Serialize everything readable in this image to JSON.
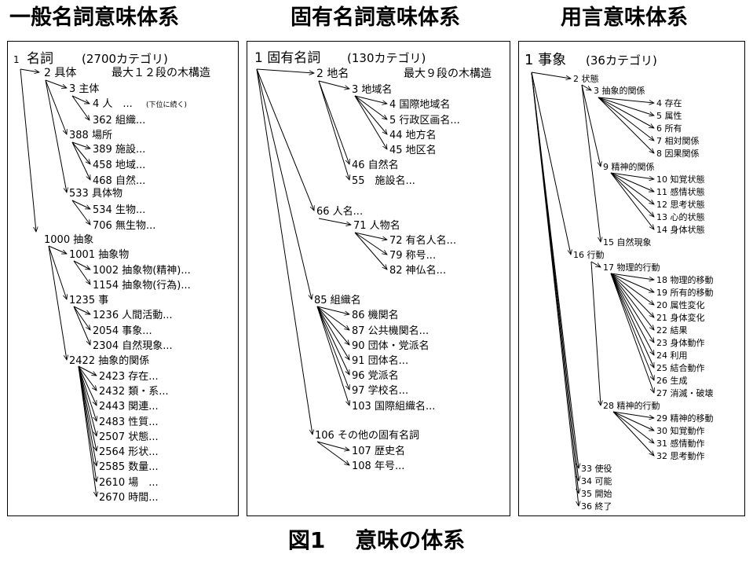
{
  "titles": {
    "general": "一般名詞意味体系",
    "proper": "固有名詞意味体系",
    "predicate": "用言意味体系"
  },
  "caption": "図1　 意味の体系",
  "colors": {
    "line": "#000000",
    "background": "#ffffff"
  },
  "nodes": [
    {
      "id": "g_root",
      "text": "1"
    },
    {
      "id": "g_root_name",
      "text": "名詞"
    },
    {
      "id": "g_root_count",
      "text": "(2700カテゴリ)"
    },
    {
      "id": "g_2",
      "text": "2 具体"
    },
    {
      "id": "g_2_note",
      "text": "最大１２段の木構造"
    },
    {
      "id": "g_3",
      "text": "3 主体"
    },
    {
      "id": "g_4",
      "text": "4 人　..."
    },
    {
      "id": "g_4_note",
      "text": "(下位に続く)"
    },
    {
      "id": "g_362",
      "text": "362 組織..."
    },
    {
      "id": "g_388",
      "text": "388 場所"
    },
    {
      "id": "g_389",
      "text": "389 施設..."
    },
    {
      "id": "g_458",
      "text": "458 地域..."
    },
    {
      "id": "g_468",
      "text": "468 自然..."
    },
    {
      "id": "g_533",
      "text": "533 具体物"
    },
    {
      "id": "g_534",
      "text": "534 生物..."
    },
    {
      "id": "g_706",
      "text": "706 無生物..."
    },
    {
      "id": "g_1000",
      "text": "1000 抽象"
    },
    {
      "id": "g_1001",
      "text": "1001 抽象物"
    },
    {
      "id": "g_1002",
      "text": "1002 抽象物(精神)..."
    },
    {
      "id": "g_1154",
      "text": "1154 抽象物(行為)..."
    },
    {
      "id": "g_1235",
      "text": "1235 事"
    },
    {
      "id": "g_1236",
      "text": "1236 人間活動..."
    },
    {
      "id": "g_2054",
      "text": "2054 事象..."
    },
    {
      "id": "g_2304",
      "text": "2304 自然現象..."
    },
    {
      "id": "g_2422",
      "text": "2422 抽象的関係"
    },
    {
      "id": "g_2423",
      "text": "2423 存在..."
    },
    {
      "id": "g_2432",
      "text": "2432 類・系..."
    },
    {
      "id": "g_2443",
      "text": "2443 関連..."
    },
    {
      "id": "g_2483",
      "text": "2483 性質..."
    },
    {
      "id": "g_2507",
      "text": "2507 状態..."
    },
    {
      "id": "g_2564",
      "text": "2564 形状..."
    },
    {
      "id": "g_2585",
      "text": "2585 数量..."
    },
    {
      "id": "g_2610",
      "text": "2610 場　..."
    },
    {
      "id": "g_2670",
      "text": "2670 時間..."
    },
    {
      "id": "p_root",
      "text": "1 固有名詞"
    },
    {
      "id": "p_root_count",
      "text": "(130カテゴリ)"
    },
    {
      "id": "p_2",
      "text": "2 地名"
    },
    {
      "id": "p_2_note",
      "text": "最大９段の木構造"
    },
    {
      "id": "p_3",
      "text": "3 地域名"
    },
    {
      "id": "p_4",
      "text": "4 国際地域名"
    },
    {
      "id": "p_5",
      "text": "5 行政区画名..."
    },
    {
      "id": "p_44",
      "text": "44 地方名"
    },
    {
      "id": "p_45",
      "text": "45 地区名"
    },
    {
      "id": "p_46",
      "text": "46 自然名"
    },
    {
      "id": "p_55",
      "text": "55　施設名..."
    },
    {
      "id": "p_66",
      "text": "66 人名..."
    },
    {
      "id": "p_71",
      "text": "71 人物名"
    },
    {
      "id": "p_72",
      "text": "72 有名人名..."
    },
    {
      "id": "p_79",
      "text": "79 称号..."
    },
    {
      "id": "p_82",
      "text": "82 神仏名..."
    },
    {
      "id": "p_85",
      "text": "85 組織名"
    },
    {
      "id": "p_86",
      "text": "86 機関名"
    },
    {
      "id": "p_87",
      "text": "87 公共機関名..."
    },
    {
      "id": "p_90",
      "text": "90 団体・党派名"
    },
    {
      "id": "p_91",
      "text": "91 団体名..."
    },
    {
      "id": "p_96",
      "text": "96 党派名"
    },
    {
      "id": "p_97",
      "text": "97 学校名..."
    },
    {
      "id": "p_103",
      "text": "103 国際組織名..."
    },
    {
      "id": "p_106",
      "text": "106 その他の固有名詞"
    },
    {
      "id": "p_107",
      "text": "107 歴史名"
    },
    {
      "id": "p_108",
      "text": "108 年号..."
    },
    {
      "id": "v_root",
      "text": "1 事象"
    },
    {
      "id": "v_root_count",
      "text": "(36カテゴリ)"
    },
    {
      "id": "v_2",
      "text": "2 状態"
    },
    {
      "id": "v_3",
      "text": "3 抽象的関係"
    },
    {
      "id": "v_4",
      "text": "4 存在"
    },
    {
      "id": "v_5",
      "text": "5 属性"
    },
    {
      "id": "v_6",
      "text": "6 所有"
    },
    {
      "id": "v_7",
      "text": "7 相対関係"
    },
    {
      "id": "v_8",
      "text": "8 因果関係"
    },
    {
      "id": "v_9",
      "text": "9 精神的関係"
    },
    {
      "id": "v_10",
      "text": "10 知覚状態"
    },
    {
      "id": "v_11",
      "text": "11 感情状態"
    },
    {
      "id": "v_12",
      "text": "12 思考状態"
    },
    {
      "id": "v_13",
      "text": "13 心的状態"
    },
    {
      "id": "v_14",
      "text": "14 身体状態"
    },
    {
      "id": "v_15",
      "text": "15 自然現象"
    },
    {
      "id": "v_16",
      "text": "16 行動"
    },
    {
      "id": "v_17",
      "text": "17 物理的行動"
    },
    {
      "id": "v_18",
      "text": "18 物理的移動"
    },
    {
      "id": "v_19",
      "text": "19 所有的移動"
    },
    {
      "id": "v_20",
      "text": "20 属性変化"
    },
    {
      "id": "v_21",
      "text": "21 身体変化"
    },
    {
      "id": "v_22",
      "text": "22 結果"
    },
    {
      "id": "v_23",
      "text": "23 身体動作"
    },
    {
      "id": "v_24",
      "text": "24 利用"
    },
    {
      "id": "v_25",
      "text": "25 結合動作"
    },
    {
      "id": "v_26",
      "text": "26 生成"
    },
    {
      "id": "v_27",
      "text": "27 消滅・破壊"
    },
    {
      "id": "v_28",
      "text": "28 精神的行動"
    },
    {
      "id": "v_29",
      "text": "29 精神的移動"
    },
    {
      "id": "v_30",
      "text": "30 知覚動作"
    },
    {
      "id": "v_31",
      "text": "31 感情動作"
    },
    {
      "id": "v_32",
      "text": "32 思考動作"
    },
    {
      "id": "v_33",
      "text": "33 使役"
    },
    {
      "id": "v_34",
      "text": "34 可能"
    },
    {
      "id": "v_35",
      "text": "35 開始"
    },
    {
      "id": "v_36",
      "text": "36 終了"
    }
  ],
  "edges": [
    [
      "g_root",
      "g_2"
    ],
    [
      "g_root",
      "g_1000"
    ],
    [
      "g_2",
      "g_3"
    ],
    [
      "g_2",
      "g_388"
    ],
    [
      "g_2",
      "g_533"
    ],
    [
      "g_3",
      "g_4"
    ],
    [
      "g_3",
      "g_362"
    ],
    [
      "g_388",
      "g_389"
    ],
    [
      "g_388",
      "g_458"
    ],
    [
      "g_388",
      "g_468"
    ],
    [
      "g_533",
      "g_534"
    ],
    [
      "g_533",
      "g_706"
    ],
    [
      "g_1000",
      "g_1001"
    ],
    [
      "g_1000",
      "g_1235"
    ],
    [
      "g_1000",
      "g_2422"
    ],
    [
      "g_1001",
      "g_1002"
    ],
    [
      "g_1001",
      "g_1154"
    ],
    [
      "g_1235",
      "g_1236"
    ],
    [
      "g_1235",
      "g_2054"
    ],
    [
      "g_1235",
      "g_2304"
    ],
    [
      "g_2422",
      "g_2423"
    ],
    [
      "g_2422",
      "g_2432"
    ],
    [
      "g_2422",
      "g_2443"
    ],
    [
      "g_2422",
      "g_2483"
    ],
    [
      "g_2422",
      "g_2507"
    ],
    [
      "g_2422",
      "g_2564"
    ],
    [
      "g_2422",
      "g_2585"
    ],
    [
      "g_2422",
      "g_2610"
    ],
    [
      "g_2422",
      "g_2670"
    ],
    [
      "p_root",
      "p_2"
    ],
    [
      "p_root",
      "p_66"
    ],
    [
      "p_root",
      "p_85"
    ],
    [
      "p_root",
      "p_106"
    ],
    [
      "p_2",
      "p_3"
    ],
    [
      "p_2",
      "p_46"
    ],
    [
      "p_2",
      "p_55"
    ],
    [
      "p_3",
      "p_4"
    ],
    [
      "p_3",
      "p_5"
    ],
    [
      "p_3",
      "p_44"
    ],
    [
      "p_3",
      "p_45"
    ],
    [
      "p_66",
      "p_71"
    ],
    [
      "p_71",
      "p_72"
    ],
    [
      "p_71",
      "p_79"
    ],
    [
      "p_71",
      "p_82"
    ],
    [
      "p_85",
      "p_86"
    ],
    [
      "p_85",
      "p_87"
    ],
    [
      "p_85",
      "p_90"
    ],
    [
      "p_85",
      "p_91"
    ],
    [
      "p_85",
      "p_96"
    ],
    [
      "p_85",
      "p_97"
    ],
    [
      "p_85",
      "p_103"
    ],
    [
      "p_106",
      "p_107"
    ],
    [
      "p_106",
      "p_108"
    ],
    [
      "v_root",
      "v_2"
    ],
    [
      "v_root",
      "v_16"
    ],
    [
      "v_root",
      "v_33"
    ],
    [
      "v_root",
      "v_34"
    ],
    [
      "v_root",
      "v_35"
    ],
    [
      "v_root",
      "v_36"
    ],
    [
      "v_2",
      "v_3"
    ],
    [
      "v_2",
      "v_9"
    ],
    [
      "v_2",
      "v_15"
    ],
    [
      "v_3",
      "v_4"
    ],
    [
      "v_3",
      "v_5"
    ],
    [
      "v_3",
      "v_6"
    ],
    [
      "v_3",
      "v_7"
    ],
    [
      "v_3",
      "v_8"
    ],
    [
      "v_9",
      "v_10"
    ],
    [
      "v_9",
      "v_11"
    ],
    [
      "v_9",
      "v_12"
    ],
    [
      "v_9",
      "v_13"
    ],
    [
      "v_9",
      "v_14"
    ],
    [
      "v_16",
      "v_17"
    ],
    [
      "v_16",
      "v_28"
    ],
    [
      "v_17",
      "v_18"
    ],
    [
      "v_17",
      "v_19"
    ],
    [
      "v_17",
      "v_20"
    ],
    [
      "v_17",
      "v_21"
    ],
    [
      "v_17",
      "v_22"
    ],
    [
      "v_17",
      "v_23"
    ],
    [
      "v_17",
      "v_24"
    ],
    [
      "v_17",
      "v_25"
    ],
    [
      "v_17",
      "v_26"
    ],
    [
      "v_17",
      "v_27"
    ],
    [
      "v_28",
      "v_29"
    ],
    [
      "v_28",
      "v_30"
    ],
    [
      "v_28",
      "v_31"
    ],
    [
      "v_28",
      "v_32"
    ]
  ]
}
